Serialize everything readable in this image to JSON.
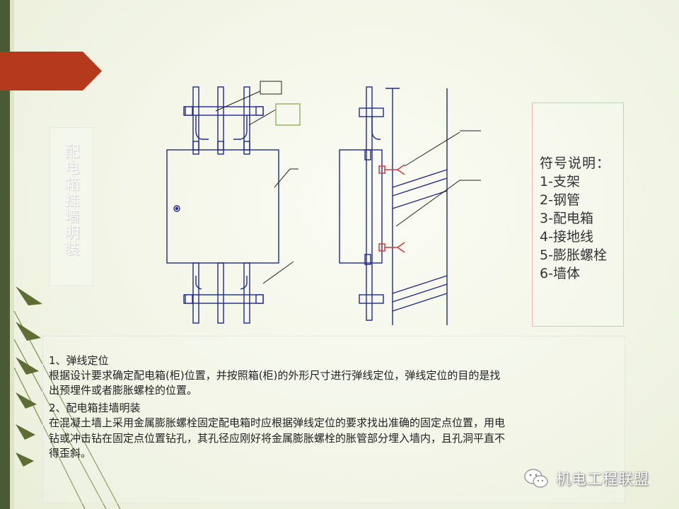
{
  "slide": {
    "vertical_title": "配电箱挂墙明装",
    "colors": {
      "banner": "#b53a1d",
      "strip": "#4a5a34",
      "drawing_line": "#1f2a8a",
      "accent_red": "#d23a3a",
      "legend_border": "#f0b8b8"
    }
  },
  "legend": {
    "title": "符号说明：",
    "items": [
      "1-支架",
      "2-钢管",
      "3-配电箱",
      "4-接地线",
      "5-膨胀螺栓",
      "6-墙体"
    ]
  },
  "body_text": {
    "step1_heading": "1、弹线定位",
    "step1_line1": "根据设计要求确定配电箱(柜)位置，并按照箱(柜)的外形尺寸进行弹线定位，弹线定位的目的是找",
    "step1_line2": "出预埋件或者膨胀螺栓的位置。",
    "step2_heading": "2、配电箱挂墙明装",
    "step2_line1": "在混凝土墙上采用金属膨胀螺栓固定配电箱时应根据弹线定位的要求找出准确的固定点位置，用电",
    "step2_line2": "钻或冲击钻在固定点位置钻孔，其孔径应刚好将金属膨胀螺栓的胀管部分埋入墙内，且孔洞平直不",
    "step2_line3": "得歪斜。"
  },
  "watermark": {
    "text": "机电工程联盟",
    "icon": "wechat-icon"
  }
}
